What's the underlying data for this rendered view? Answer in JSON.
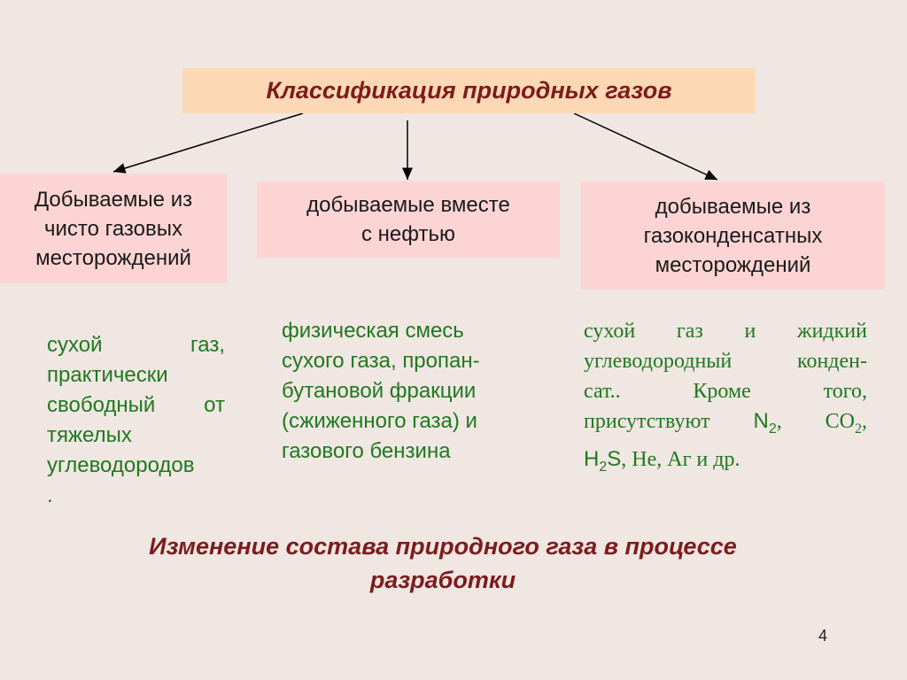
{
  "title": "Классификация природных газов",
  "categories": [
    {
      "lines": [
        "Добываемые из",
        "чисто газовых",
        "месторождений"
      ]
    },
    {
      "lines": [
        "добываемые вместе",
        "с нефтью"
      ]
    },
    {
      "lines": [
        "добываемые из",
        "газоконденсатных",
        "месторождений"
      ]
    }
  ],
  "descriptions": {
    "col0": [
      "сухой газ,",
      "практически",
      "свободный от",
      "тяжелых",
      "углеводородов",
      "."
    ],
    "col1": [
      "физическая смесь",
      "сухого газа, пропан-",
      "бутановой фракции",
      "(сжиженного газа) и",
      "газового бензина"
    ],
    "col2": {
      "line1": "сухой газ и жидкий",
      "line2": "углеводородный конден-",
      "line3": "сат.. Кроме того,",
      "line4_prefix": "присутствуют",
      "n2_n": "N",
      "n2_sub": "2",
      "co2_co": "CO",
      "co2_sub": "2",
      "h2s_h": "H",
      "h2s_sub": "2",
      "h2s_s": "S",
      "line5_suffix": ", Не, Аг и др."
    }
  },
  "footer": [
    "Изменение состава природного газа в процессе",
    "разработки"
  ],
  "page_number": "4",
  "colors": {
    "background": "#f0e6e2",
    "title_box": "#fcd9b4",
    "title_text": "#7b1c1c",
    "category_box": "#fcd4d4",
    "description_text": "#1e7a1e"
  }
}
